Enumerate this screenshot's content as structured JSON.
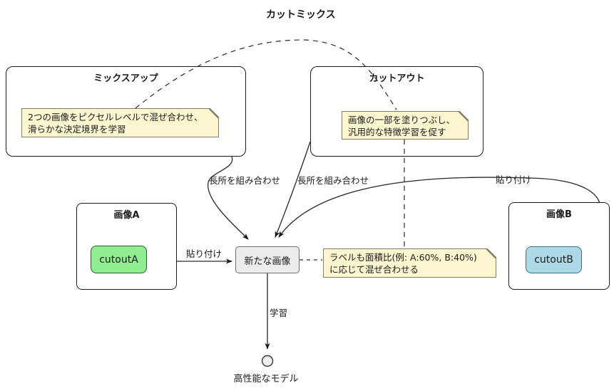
{
  "diagram_title": "カットミックス",
  "mixup": {
    "title": "ミックスアップ",
    "note_line1": "2つの画像をピクセルレベルで混ぜ合わせ、",
    "note_line2": "滑らかな決定境界を学習"
  },
  "cutout": {
    "title": "カットアウト",
    "note_line1": "画像の一部を塗りつぶし、",
    "note_line2": "汎用的な特徴学習を促す"
  },
  "image_a": {
    "title": "画像A",
    "patch_label": "cutoutA"
  },
  "image_b": {
    "title": "画像B",
    "patch_label": "cutoutB"
  },
  "new_image": {
    "label": "新たな画像"
  },
  "mix_note": {
    "line1": "ラベルも面積比(例: A:60%, B:40%)",
    "line2": "に応じて混ぜ合わせる"
  },
  "edges": {
    "mixup_to_new": "長所を組み合わせ",
    "cutout_to_new": "長所を組み合わせ",
    "image_a_to_new": "貼り付け",
    "image_b_to_new": "貼り付け",
    "new_to_model": "学習"
  },
  "terminal": {
    "label": "高性能なモデル"
  },
  "colors": {
    "note_fill": "#fbf6d0",
    "note_border": "#7d7d68",
    "patch_a_fill": "#90ee90",
    "patch_b_fill": "#add8e6",
    "new_image_fill": "#ececec",
    "box_border": "#1b1b1b",
    "line": "#2a2a2a"
  }
}
